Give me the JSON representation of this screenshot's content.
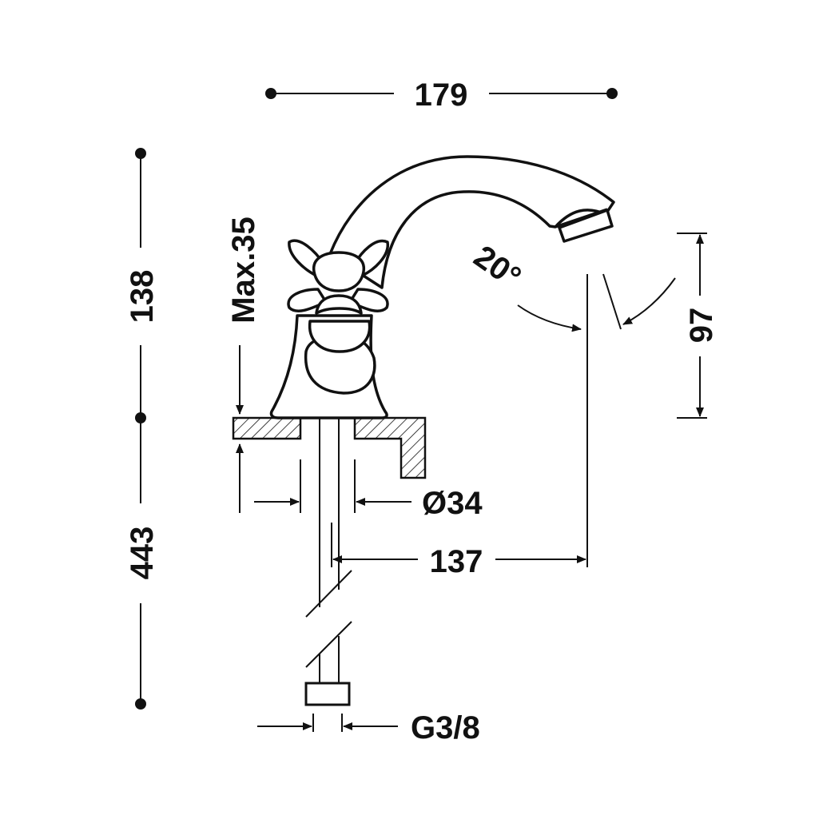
{
  "dimensions": {
    "top_width": "179",
    "left_upper_height": "138",
    "left_lower_height": "443",
    "max_deck_thickness": "Max.35",
    "spout_angle": "20°",
    "right_height": "97",
    "hole_diameter": "Ø34",
    "spout_reach": "137",
    "connection_thread": "G3/8"
  },
  "colors": {
    "line": "#111111",
    "background": "#ffffff"
  }
}
